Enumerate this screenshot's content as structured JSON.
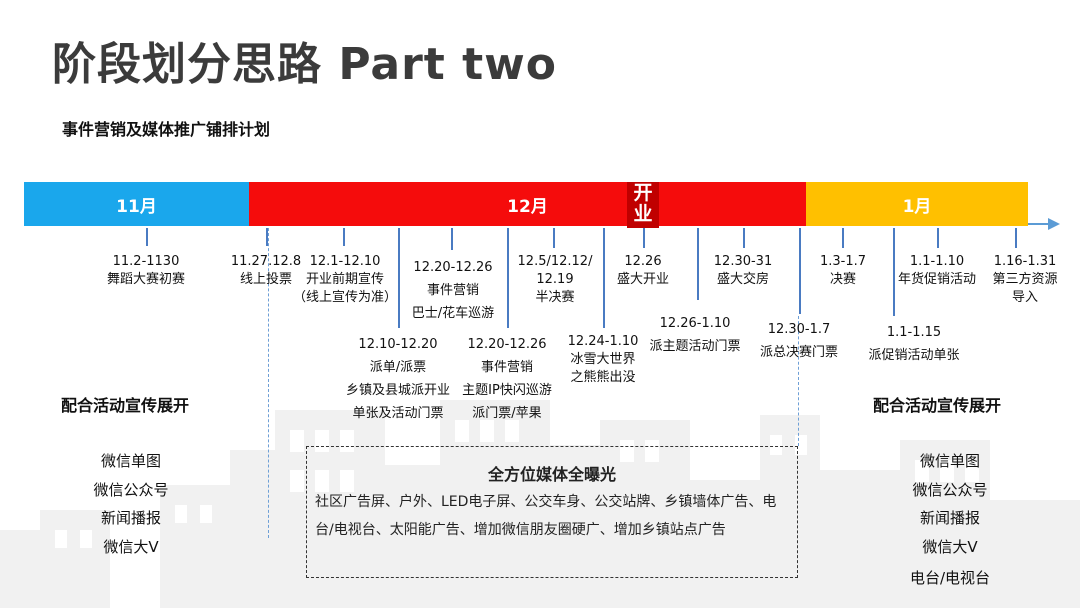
{
  "header": {
    "title": "阶段划分思路 Part two",
    "subtitle": "事件营销及媒体推广铺排计划"
  },
  "timeline": {
    "months": {
      "nov": "11月",
      "dec": "12月",
      "jan": "1月"
    },
    "opening_badge": [
      "开",
      "业"
    ],
    "colors": {
      "nov": "#1aa7ec",
      "dec": "#f50c0c",
      "jan": "#ffc000",
      "badge": "#c00000"
    },
    "events": [
      {
        "date": "11.2-1130",
        "lines": [
          "舞蹈大赛初赛"
        ]
      },
      {
        "date": "11.27.12.8",
        "lines": [
          "线上投票"
        ]
      },
      {
        "date": "12.1-12.10",
        "lines": [
          "开业前期宣传",
          "（线上宣传为准）"
        ]
      },
      {
        "date": "12.10-12.20",
        "lines": [
          "派单/派票",
          "乡镇及县城派开业",
          "单张及活动门票"
        ]
      },
      {
        "date": "12.20-12.26",
        "lines": [
          "事件营销",
          "巴士/花车巡游"
        ]
      },
      {
        "date": "12.20-12.26",
        "lines": [
          "事件营销",
          "主题IP快闪巡游",
          "派门票/苹果"
        ]
      },
      {
        "date": "12.5/12.12/",
        "lines": [
          "12.19",
          "半决赛"
        ]
      },
      {
        "date": "12.24-1.10",
        "lines": [
          "冰雪大世界",
          "之熊熊出没"
        ]
      },
      {
        "date": "12.26",
        "lines": [
          "盛大开业"
        ]
      },
      {
        "date": "12.26-1.10",
        "lines": [
          "派主题活动门票"
        ]
      },
      {
        "date": "12.30-31",
        "lines": [
          "盛大交房"
        ]
      },
      {
        "date": "12.30-1.7",
        "lines": [
          "派总决赛门票"
        ]
      },
      {
        "date": "1.3-1.7",
        "lines": [
          "决赛"
        ]
      },
      {
        "date": "1.1-1.15",
        "lines": [
          "派促销活动单张"
        ]
      },
      {
        "date": "1.1-1.10",
        "lines": [
          "年货促销活动"
        ]
      },
      {
        "date": "1.16-1.31",
        "lines": [
          "第三方资源",
          "导入"
        ]
      }
    ]
  },
  "promo_left": {
    "heading": "配合活动宣传展开",
    "channels": [
      "微信单图",
      "微信公众号",
      "新闻播报",
      "微信大V"
    ]
  },
  "promo_right": {
    "heading": "配合活动宣传展开",
    "channels": [
      "微信单图",
      "微信公众号",
      "新闻播报",
      "微信大V",
      "电台/电视台"
    ]
  },
  "media": {
    "title": "全方位媒体全曝光",
    "body": "社区广告屏、户外、LED电子屏、公交车身、公交站牌、乡镇墙体广告、电台/电视台、太阳能广告、增加微信朋友圈硬广、增加乡镇站点广告"
  }
}
